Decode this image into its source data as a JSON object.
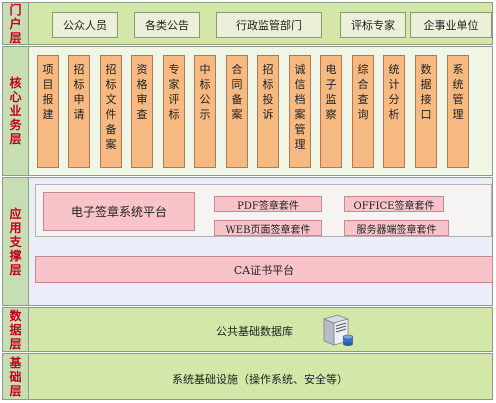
{
  "layers": {
    "portal": {
      "label": "门户层"
    },
    "core": {
      "label": "核心业务层"
    },
    "support": {
      "label": "应用支撑层"
    },
    "data": {
      "label": "数据层"
    },
    "base": {
      "label": "基础层"
    }
  },
  "portal_items": [
    "公众人员",
    "各类公告",
    "行政监管部门",
    "评标专家",
    "企事业单位"
  ],
  "core_items": [
    "项目报建",
    "招标申请",
    "招标文件备案",
    "资格审查",
    "专家评标",
    "中标公示",
    "合同备案",
    "招标投诉",
    "诚信档案管理",
    "电子监察",
    "综合查询",
    "统计分析",
    "数据接口",
    "系统管理"
  ],
  "support": {
    "platform": "电子签章系统平台",
    "kits": [
      "PDF签章套件",
      "OFFICE签章套件",
      "WEB页面签章套件",
      "服务器端签章套件"
    ],
    "ca": "CA证书平台"
  },
  "data_layer": {
    "db": "公共基础数据库"
  },
  "base_layer": {
    "infra": "系统基础设施（操作系统、安全等）"
  }
}
